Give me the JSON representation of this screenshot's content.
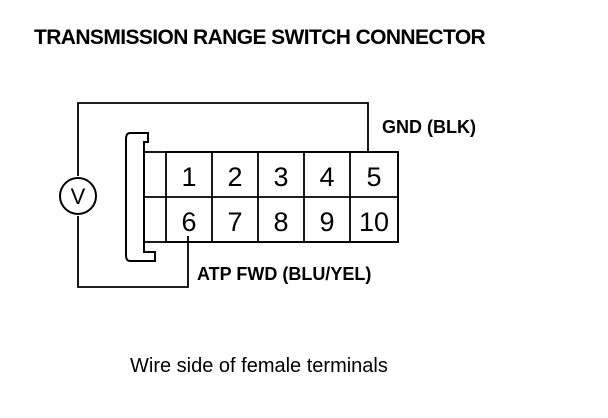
{
  "title": "TRANSMISSION RANGE SWITCH CONNECTOR",
  "labels": {
    "gnd": "GND (BLK)",
    "atp_fwd": "ATP FWD (BLU/YEL)"
  },
  "voltmeter_symbol": "V",
  "caption": "Wire side of female terminals",
  "terminals": {
    "row1": [
      "1",
      "2",
      "3",
      "4",
      "5"
    ],
    "row2": [
      "6",
      "7",
      "8",
      "9",
      "10"
    ]
  },
  "colors": {
    "line": "#000000",
    "background": "#ffffff"
  }
}
